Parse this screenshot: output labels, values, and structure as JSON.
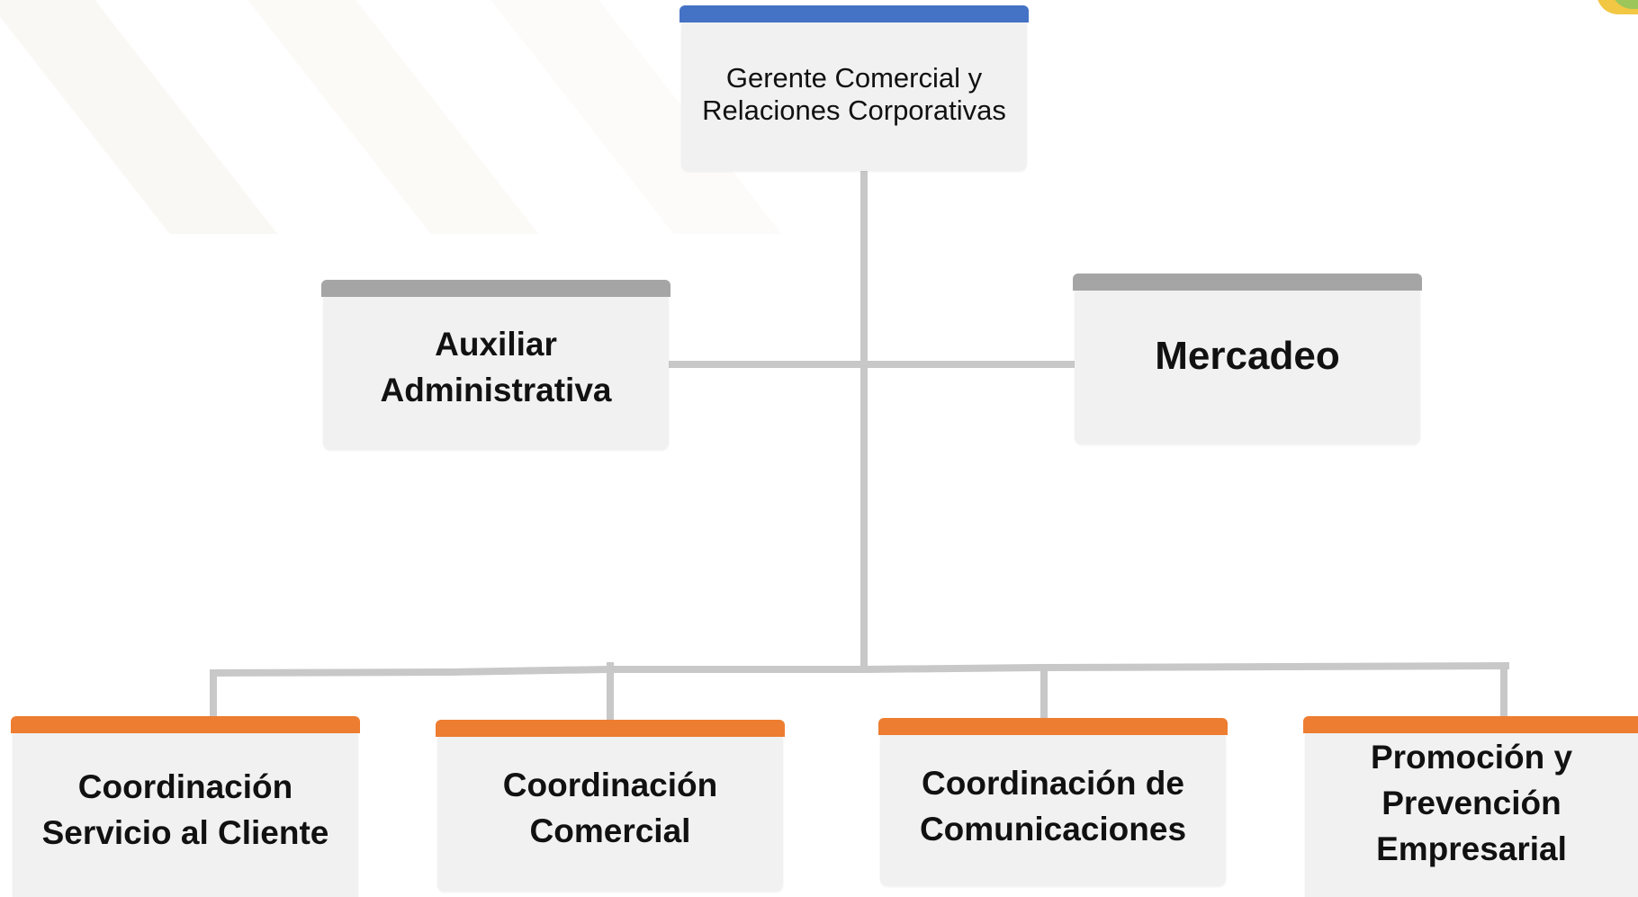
{
  "org_chart": {
    "top": {
      "label": "Gerente Comercial y Relaciones Corporativas"
    },
    "assistants": [
      {
        "label": "Auxiliar Administrativa"
      },
      {
        "label": "Mercadeo"
      }
    ],
    "units": [
      {
        "label": "Coordinación Servicio al Cliente"
      },
      {
        "label": "Coordinación Comercial"
      },
      {
        "label": "Coordinación de Comunicaciones"
      },
      {
        "label": "Promoción y Prevención Empresarial"
      }
    ]
  },
  "colors": {
    "top_accent": "#4472c4",
    "assistant_accent": "#a5a5a5",
    "unit_accent": "#ed7d31",
    "connector": "#c8c8c8",
    "box_fill": "#f1f1f1"
  }
}
